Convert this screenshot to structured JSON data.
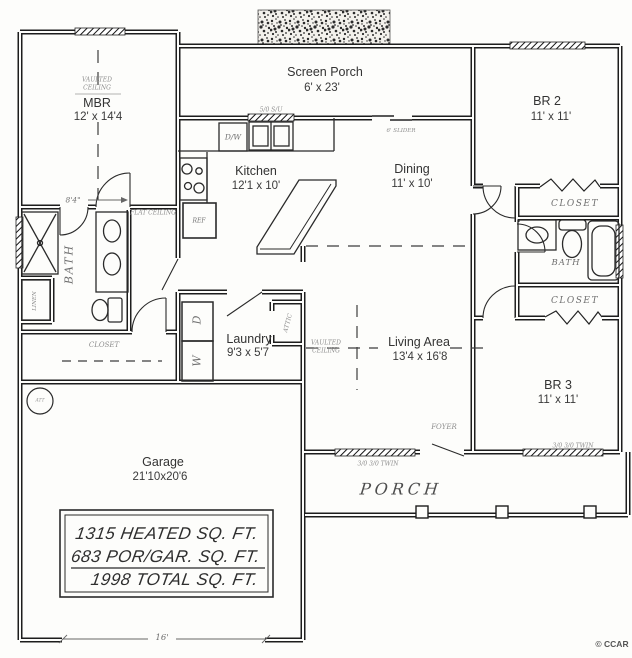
{
  "rooms": {
    "screen_porch": {
      "name": "Screen Porch",
      "dims": "6' x 23'"
    },
    "mbr": {
      "name": "MBR",
      "dims": "12' x 14'4"
    },
    "br2": {
      "name": "BR 2",
      "dims": "11' x 11'"
    },
    "kitchen": {
      "name": "Kitchen",
      "dims": "12'1 x 10'"
    },
    "dining": {
      "name": "Dining",
      "dims": "11' x 10'"
    },
    "living": {
      "name": "Living Area",
      "dims": "13'4 x 16'8"
    },
    "laundry": {
      "name": "Laundry",
      "dims": "9'3 x 5'7"
    },
    "br3": {
      "name": "BR 3",
      "dims": "11' x 11'"
    },
    "garage": {
      "name": "Garage",
      "dims": "21'10x20'6"
    },
    "porch": {
      "name": "PORCH"
    },
    "foyer": {
      "name": "FOYER"
    }
  },
  "annotations": {
    "vaulted_1": "VAULTED",
    "vaulted_2": "CEILING",
    "flat_ceiling": "FLAT CEILING",
    "closet": "CLOSET",
    "bath": "BATH",
    "linen": "LINEN",
    "attic": "ATTIC",
    "att": "ATT",
    "ref": "REF",
    "dishwasher": "D/W",
    "washer": "W",
    "dryer": "D",
    "window_kitchen": "5/0 S/U",
    "door_slider": "6' SLIDER",
    "window_twin": "3/0 3/0 TWIN",
    "dim_hall": "8'4\"",
    "dim_garage_door": "16'"
  },
  "area_table": {
    "line1": "1315 HEATED SQ. FT.",
    "line2": "683 POR/GAR. SQ. FT.",
    "line3": "1998 TOTAL SQ. FT."
  },
  "footer": {
    "copyright": "© CCAR"
  },
  "colors": {
    "ink": "#1d1d1d",
    "hand_gray": "#8d8d8d",
    "paper": "#fdfdfb"
  }
}
